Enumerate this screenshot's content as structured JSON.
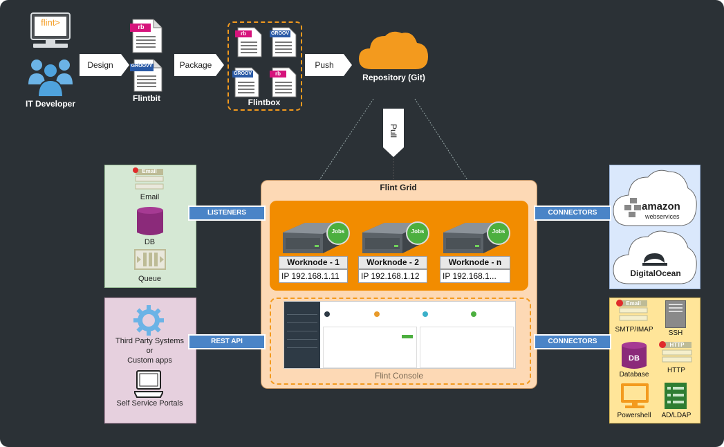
{
  "developer": {
    "label": "IT Developer",
    "logo_text": "flint>"
  },
  "flow": {
    "design": "Design",
    "package": "Package",
    "push": "Push",
    "pull": "Pull"
  },
  "flintbit": {
    "label": "Flintbit",
    "rb": "rb",
    "groovy": "GROOVY"
  },
  "flintbox": {
    "label": "Flintbox",
    "rb": "rb",
    "groovy": "GROOV"
  },
  "repository": {
    "label": "Repository (Git)"
  },
  "grid": {
    "title": "Flint Grid",
    "worknodes": [
      {
        "name": "Worknode - 1",
        "ip": "IP 192.168.1.11",
        "badge": "Jobs"
      },
      {
        "name": "Worknode - 2",
        "ip": "IP 192.168.1.12",
        "badge": "Jobs"
      },
      {
        "name": "Worknode - n",
        "ip": "IP 192.168.1...",
        "badge": "Jobs"
      }
    ],
    "console_label": "Flint Console"
  },
  "listeners": {
    "button": "LISTENERS",
    "email": "Email",
    "email_tag": "Email",
    "db": "DB",
    "queue": "Queue"
  },
  "rest": {
    "button": "REST API",
    "third_party": "Third Party Systems",
    "or": "or",
    "custom": "Custom apps",
    "portals": "Self Service Portals"
  },
  "connectors_top": {
    "button": "CONNECTORS",
    "amazon": "amazon",
    "webservices": "webservices",
    "digitalocean": "DigitalOcean"
  },
  "connectors_bottom": {
    "button": "CONNECTORS",
    "email_tag": "Email",
    "smtp": "SMTP/IMAP",
    "ssh": "SSH",
    "http_tag": "HTTP",
    "http": "HTTP",
    "db": "DB",
    "database": "Database",
    "powershell": "Powershell",
    "adldap": "AD/LDAP"
  },
  "colors": {
    "background": "#2b3136",
    "orange": "#f39a1e",
    "blue": "#4a84c7",
    "green": "#4caf3f",
    "grid_bg": "#fdd9b5"
  }
}
